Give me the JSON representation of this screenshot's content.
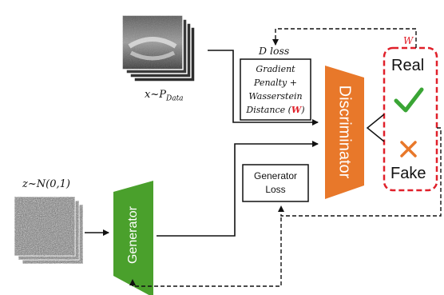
{
  "data_image": {
    "label_main": "x~P",
    "label_sub": "Data"
  },
  "noise_image": {
    "label": "z~N(0,1)"
  },
  "generator": {
    "label": "Generator",
    "color": "#4aa02c"
  },
  "discriminator": {
    "label": "Discriminator",
    "color": "#e8782a"
  },
  "d_loss": {
    "title": "D loss",
    "line1": "Gradient",
    "line2": "Penalty +",
    "line3": "Wasserstein",
    "line4": "Distance (",
    "w_symbol": "W",
    "line4_end": ")"
  },
  "generator_loss": {
    "line1": "Generator",
    "line2": "Loss"
  },
  "output_box": {
    "w_label": "W",
    "real_label": "Real",
    "fake_label": "Fake",
    "border_color": "#e0202a",
    "check_color": "#3aa535",
    "cross_color": "#e8782a"
  },
  "icons": {
    "check": "check-icon",
    "cross": "cross-icon"
  }
}
